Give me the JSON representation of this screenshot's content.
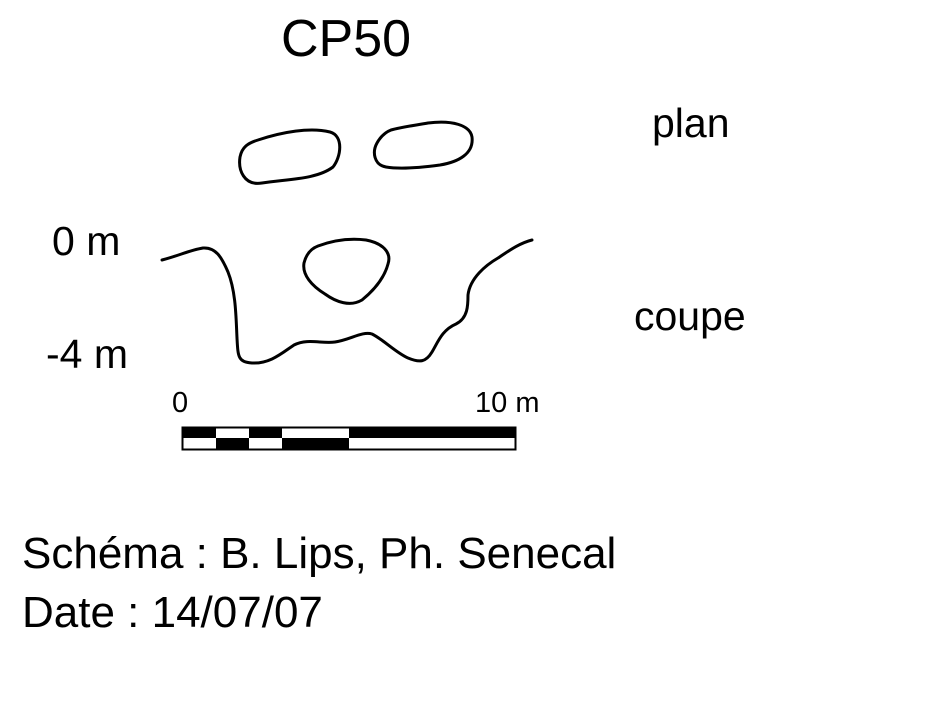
{
  "title": "CP50",
  "labels": {
    "plan": "plan",
    "coupe": "coupe",
    "depth_top": "0 m",
    "depth_bottom": "-4 m"
  },
  "scale_bar": {
    "start_label": "0",
    "end_label": "10 m"
  },
  "credits": "Schéma : B. Lips, Ph. Senecal",
  "date": "Date : 14/07/07",
  "colors": {
    "ink": "#000000",
    "paper": "#ffffff"
  }
}
